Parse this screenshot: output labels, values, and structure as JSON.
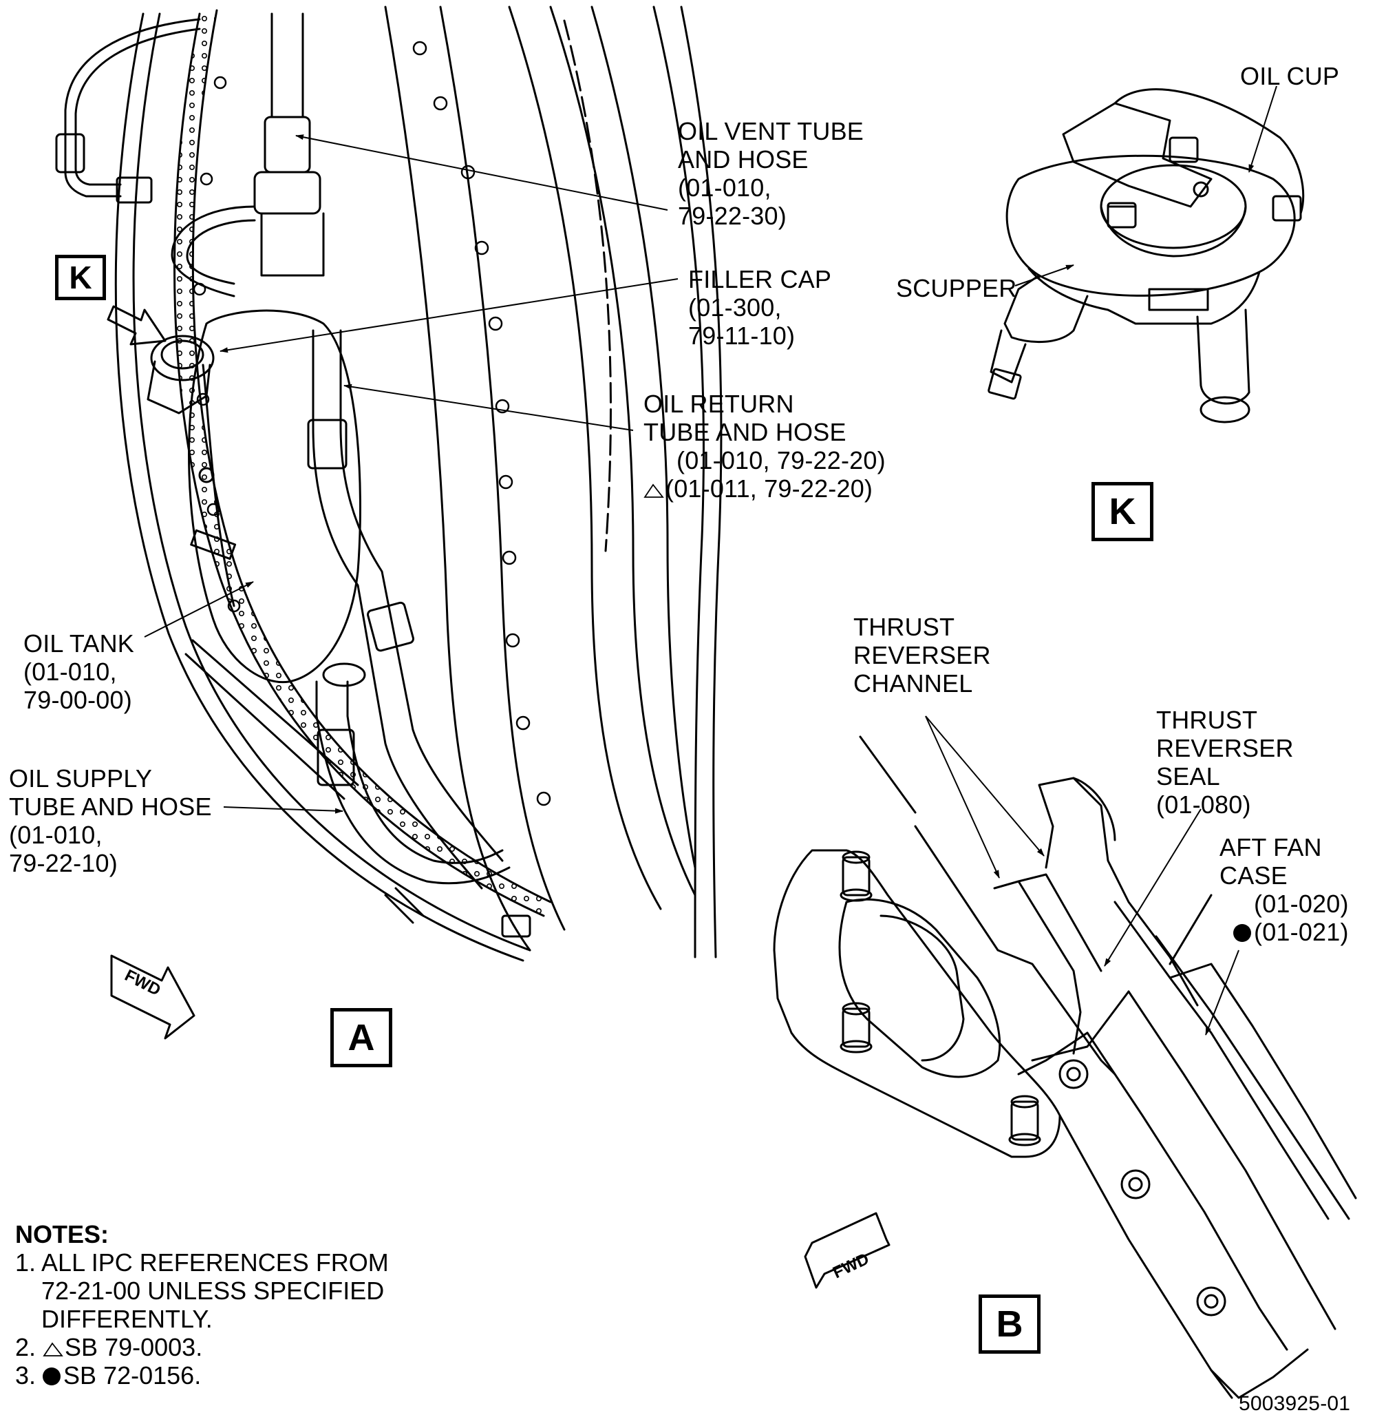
{
  "figure_number": "5003925-01",
  "views": {
    "a": "A",
    "b": "B",
    "k": "K",
    "k_locator": "K"
  },
  "fwd": {
    "a": "FWD",
    "b": "FWD"
  },
  "labels": {
    "oil_vent": [
      "OIL VENT TUBE",
      "AND HOSE",
      "(01-010,",
      "79-22-30)"
    ],
    "filler_cap": [
      "FILLER CAP",
      "(01-300,",
      "79-11-10)"
    ],
    "oil_return": [
      "OIL RETURN",
      "TUBE AND HOSE",
      "(01-010, 79-22-20)",
      "(01-011, 79-22-20)"
    ],
    "oil_tank": [
      "OIL TANK",
      "(01-010,",
      "79-00-00)"
    ],
    "oil_supply": [
      "OIL SUPPLY",
      "TUBE AND HOSE",
      "(01-010,",
      "79-22-10)"
    ],
    "oil_cup": "OIL CUP",
    "scupper": "SCUPPER",
    "tr_channel": [
      "THRUST",
      "REVERSER",
      "CHANNEL"
    ],
    "tr_seal": [
      "THRUST",
      "REVERSER",
      "SEAL",
      "(01-080)"
    ],
    "aft_fan_case": [
      "AFT FAN",
      "CASE",
      "(01-020)",
      "(01-021)"
    ]
  },
  "notes": {
    "title": "NOTES:",
    "n1": [
      "1. ALL IPC REFERENCES FROM",
      "72-21-00 UNLESS SPECIFIED",
      "DIFFERENTLY."
    ],
    "n2_num": "2.",
    "n2_text": "SB 79-0003.",
    "n3_num": "3.",
    "n3_text": "SB 72-0156."
  }
}
